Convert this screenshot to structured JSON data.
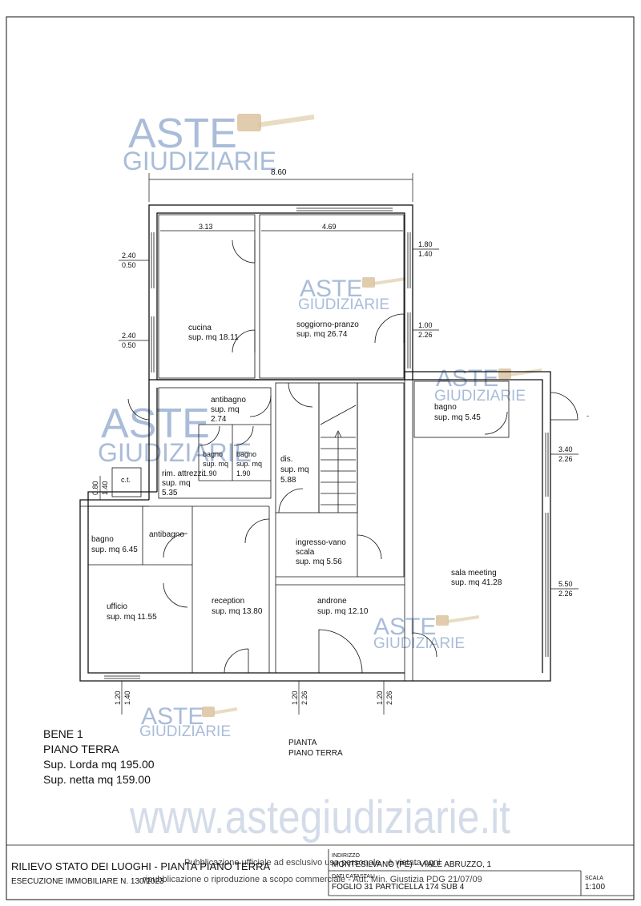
{
  "watermark": {
    "line1": "ASTE",
    "line2": "GIUDIZIARIE",
    "website": "www.astegiudiziarie.it",
    "overlay_line1": "Pubblicazione ufficiale ad esclusivo uso personale - è vietata ogni",
    "overlay_line2": "ripubblicazione o riproduzione a scopo commerciale - Aut. Min. Giustizia PDG 21/07/09"
  },
  "dimensions": {
    "total_width": "8.60",
    "cucina_width": "3.13",
    "soggiorno_width": "4.69",
    "left_win1_top": "2.40",
    "left_win1_bottom": "0.50",
    "left_win2_top": "2.40",
    "left_win2_bottom": "0.50",
    "right_win1_top": "1.80",
    "right_win1_bottom": "1.40",
    "right_win2_top": "1.00",
    "right_win2_bottom": "2.26",
    "sala_win1_top": "3.40",
    "sala_win1_bottom": "2.26",
    "sala_win2_top": "5.50",
    "sala_win2_bottom": "2.26",
    "ct_win_top": "0.80",
    "ct_win_bottom": "1.40",
    "bottom_win1_a": "1.20",
    "bottom_win1_b": "1.40",
    "bottom_win2_a": "1.20",
    "bottom_win2_b": "2.26",
    "bottom_win3_a": "1.20",
    "bottom_win3_b": "2.26",
    "dash": "-"
  },
  "rooms": [
    {
      "name": "cucina",
      "area": "sup. mq 18.11"
    },
    {
      "name": "soggiorno-pranzo",
      "area": "sup. mq 26.74"
    },
    {
      "name": "antibagno",
      "area_a": "sup. mq",
      "area_b": "2.74"
    },
    {
      "name": "bagno",
      "area": "sup. mq 5.45"
    },
    {
      "name": "bagno",
      "area_a": "sup. mq",
      "area_b": "1.90"
    },
    {
      "name": "bagno",
      "area_a": "sup. mq",
      "area_b": "1.90"
    },
    {
      "name": "dis.",
      "area_a": "sup. mq",
      "area_b": "5.88"
    },
    {
      "name": "rim. attrezzi",
      "area_a": "sup. mq",
      "area_b": "5.35"
    },
    {
      "name": "c.t."
    },
    {
      "name": "bagno",
      "area": "sup. mq 6.45"
    },
    {
      "name": "antibagno"
    },
    {
      "name": "ingresso-vano",
      "name2": "scala",
      "area": "sup. mq 5.56"
    },
    {
      "name": "sala meeting",
      "area": "sup. mq 41.28"
    },
    {
      "name": "ufficio",
      "area": "sup. mq 11.55"
    },
    {
      "name": "reception",
      "area": "sup. mq 13.80"
    },
    {
      "name": "androne",
      "area": "sup. mq 12.10"
    }
  ],
  "summary": {
    "bene": "BENE 1",
    "floor": "PIANO TERRA",
    "lorda": "Sup. Lorda mq 195.00",
    "netta": "Sup. netta mq 159.00"
  },
  "plan_label": {
    "line1": "PIANTA",
    "line2": "PIANO TERRA"
  },
  "title_block": {
    "title": "RILIEVO STATO DEI LUOGHI - PIANTA PIANO TERRA",
    "procedure": "ESECUZIONE IMMOBILIARE N. 130/2023",
    "address_label": "INDIRIZZO",
    "address": "MONTESILVANO (PE) - VIALE ABRUZZO, 1",
    "cadastre_label": "DATI CATASTALI",
    "cadastre": "FOGLIO 31 PARTICELLA  174 SUB 4",
    "scale_label": "SCALA",
    "scale": "1:100"
  }
}
